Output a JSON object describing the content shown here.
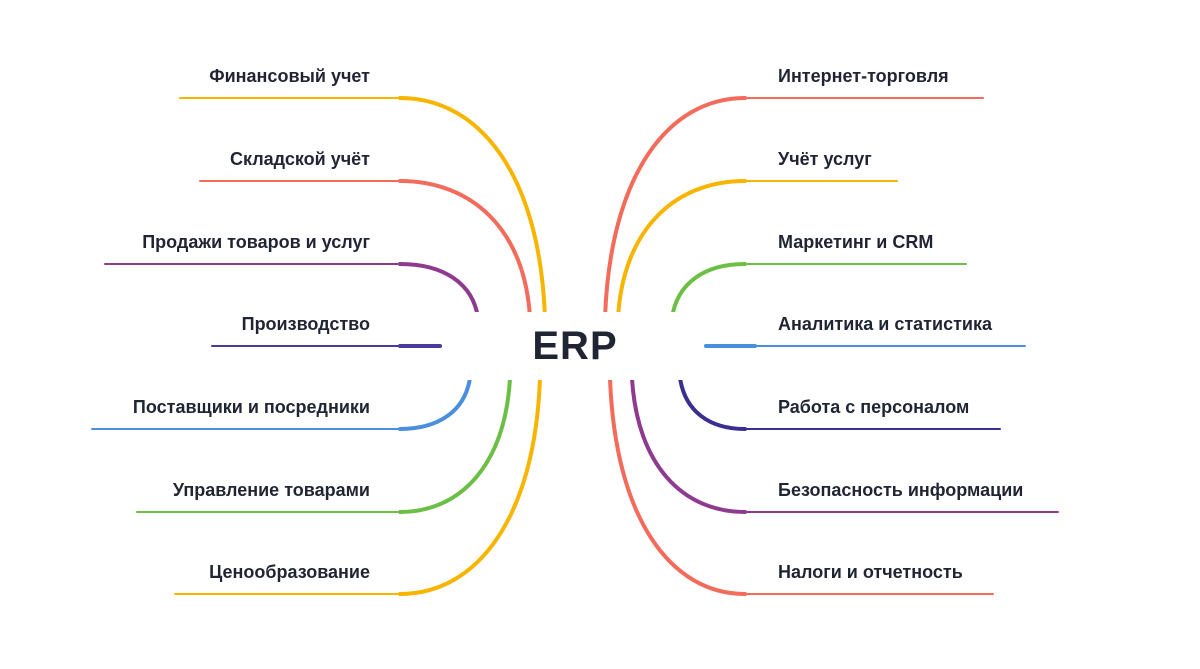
{
  "center": {
    "label": "ERP"
  },
  "left_branches": [
    {
      "label": "Финансовый учет",
      "color": "#f7b500"
    },
    {
      "label": "Складской учёт",
      "color": "#f26b5b"
    },
    {
      "label": "Продажи товаров и услуг",
      "color": "#8e3b8f"
    },
    {
      "label": "Производство",
      "color": "#4a3a9a"
    },
    {
      "label": "Поставщики и посредники",
      "color": "#4a8fdc"
    },
    {
      "label": "Управление товарами",
      "color": "#6cbf45"
    },
    {
      "label": "Ценообразование",
      "color": "#f7b500"
    }
  ],
  "right_branches": [
    {
      "label": "Интернет-торговля",
      "color": "#f26b5b"
    },
    {
      "label": "Учёт услуг",
      "color": "#f7b500"
    },
    {
      "label": "Маркетинг и CRM",
      "color": "#6cbf45"
    },
    {
      "label": "Аналитика и статистика",
      "color": "#4a8fdc"
    },
    {
      "label": "Работа с персоналом",
      "color": "#3a2f8f"
    },
    {
      "label": "Безопасность информации",
      "color": "#8e3b8f"
    },
    {
      "label": "Налоги и отчетность",
      "color": "#f26b5b"
    }
  ]
}
